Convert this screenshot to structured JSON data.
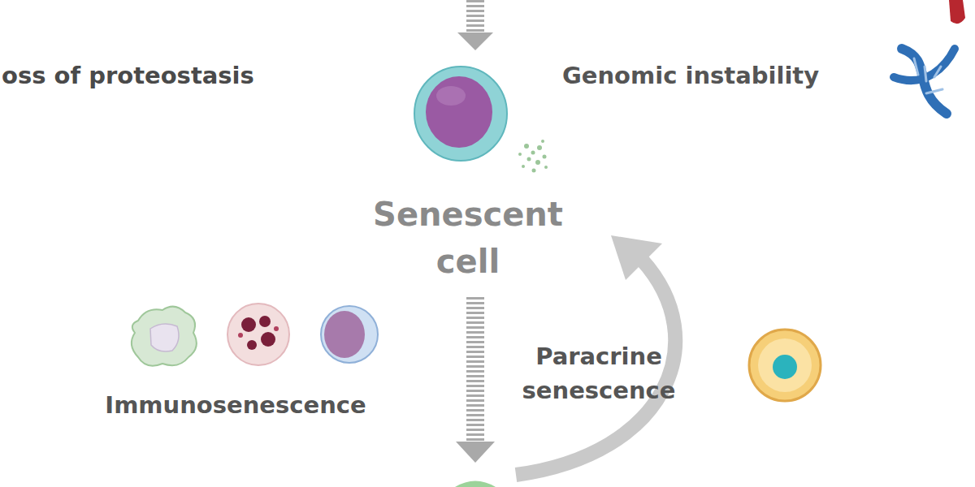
{
  "diagram": {
    "labels": [
      "oss of proteostasis",
      "Genomic instability",
      "Senescent cell",
      "Immunosenescence",
      "Paracrine senescence"
    ]
  }
}
